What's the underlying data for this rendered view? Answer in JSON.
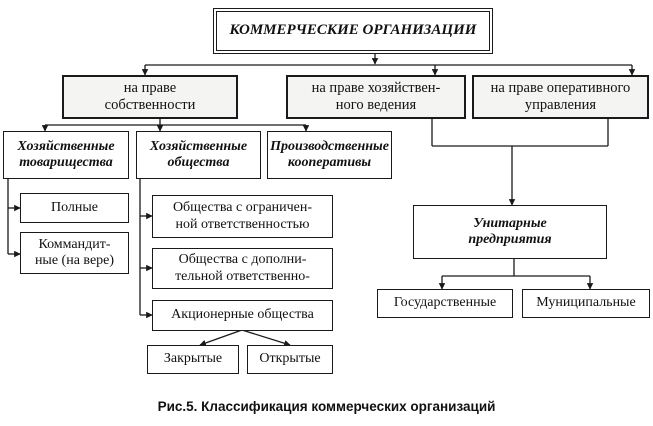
{
  "diagram": {
    "root": {
      "label": "КОММЕРЧЕСКИЕ ОРГАНИЗАЦИИ"
    },
    "level1": [
      {
        "lines": [
          "на праве",
          "собственности"
        ]
      },
      {
        "lines": [
          "на праве хозяйствен-",
          "ного ведения"
        ]
      },
      {
        "lines": [
          "на праве оперативного",
          "управления"
        ]
      }
    ],
    "ownership_children": [
      {
        "lines": [
          "Хозяйственные",
          "товарищества"
        ]
      },
      {
        "lines": [
          "Хозяйственные",
          "общества"
        ]
      },
      {
        "lines": [
          "Производственные",
          "кооперативы"
        ]
      }
    ],
    "partnerships": [
      {
        "lines": [
          "Полные"
        ]
      },
      {
        "lines": [
          "Коммандит-",
          "ные (на вере)"
        ]
      }
    ],
    "companies": [
      {
        "lines": [
          "Общества с ограничен-",
          "ной ответственностью"
        ]
      },
      {
        "lines": [
          "Общества с дополни-",
          "тельной ответственно-"
        ]
      },
      {
        "lines": [
          "Акционерные общества"
        ]
      }
    ],
    "joint_stock": [
      {
        "lines": [
          "Закрытые"
        ]
      },
      {
        "lines": [
          "Открытые"
        ]
      }
    ],
    "unitary": {
      "lines": [
        "Унитарные",
        "предприятия"
      ]
    },
    "unitary_children": [
      {
        "lines": [
          "Государственные"
        ]
      },
      {
        "lines": [
          "Муниципальные"
        ]
      }
    ]
  },
  "caption": "Рис.5. Классификация коммерческих организаций",
  "colors": {
    "ink": "#1a1a1a",
    "shade": "#f4f4f2",
    "background": "#ffffff"
  }
}
